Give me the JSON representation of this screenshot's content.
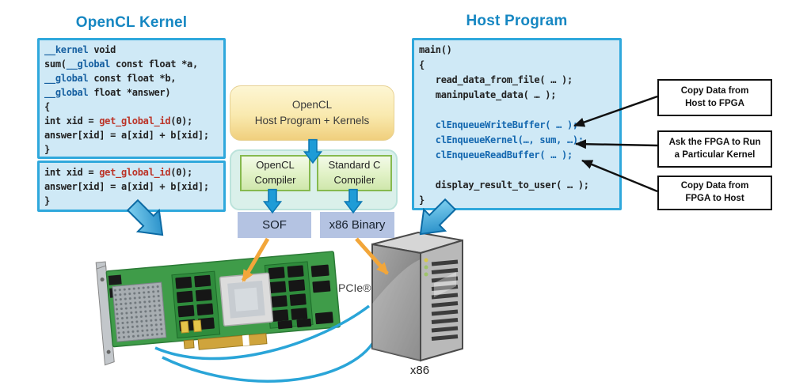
{
  "left": {
    "title": "OpenCL Kernel",
    "box1_lines": [
      [
        {
          "t": "__kernel",
          "c": "kw"
        },
        {
          "t": " void",
          "c": "p"
        }
      ],
      [
        {
          "t": "sum(",
          "c": "p"
        },
        {
          "t": "__global",
          "c": "kw"
        },
        {
          "t": " const float *a,",
          "c": "p"
        }
      ],
      [
        {
          "t": "__global",
          "c": "kw"
        },
        {
          "t": " const float *b,",
          "c": "p"
        }
      ],
      [
        {
          "t": "__global",
          "c": "kw"
        },
        {
          "t": " float *answer)",
          "c": "p"
        }
      ],
      [
        {
          "t": "{",
          "c": "p"
        }
      ],
      [
        {
          "t": "int xid = ",
          "c": "p"
        },
        {
          "t": "get_global_id",
          "c": "fn"
        },
        {
          "t": "(0);",
          "c": "p"
        }
      ],
      [
        {
          "t": "answer[xid] = a[xid] + b[xid];",
          "c": "p"
        }
      ],
      [
        {
          "t": "}",
          "c": "p"
        }
      ]
    ],
    "box2_lines": [
      [
        {
          "t": "int xid = ",
          "c": "p"
        },
        {
          "t": "get_global_id",
          "c": "fn"
        },
        {
          "t": "(0);",
          "c": "p"
        }
      ],
      [
        {
          "t": "answer[xid] = a[xid] + b[xid];",
          "c": "p"
        }
      ],
      [
        {
          "t": "}",
          "c": "p"
        }
      ]
    ]
  },
  "middle": {
    "top_box": {
      "line1": "OpenCL",
      "line2": "Host Program + Kernels"
    },
    "compiler1": {
      "line1": "OpenCL",
      "line2": "Compiler"
    },
    "compiler2": {
      "line1": "Standard C",
      "line2": "Compiler"
    },
    "output1": "SOF",
    "output2": "x86 Binary"
  },
  "right": {
    "title": "Host Program",
    "code_lines": [
      [
        {
          "t": "main()",
          "c": "p"
        }
      ],
      [
        {
          "t": "{",
          "c": "p"
        }
      ],
      [
        {
          "t": "   read_data_from_file( … );",
          "c": "p"
        }
      ],
      [
        {
          "t": "   maninpulate_data( … );",
          "c": "p"
        }
      ],
      [
        {
          "t": " ",
          "c": "p"
        }
      ],
      [
        {
          "t": "   ",
          "c": "p"
        },
        {
          "t": "clEnqueueWriteBuffer( … );",
          "c": "cl"
        }
      ],
      [
        {
          "t": "   ",
          "c": "p"
        },
        {
          "t": "clEnqueueKernel(…, sum, …);",
          "c": "cl"
        }
      ],
      [
        {
          "t": "   ",
          "c": "p"
        },
        {
          "t": "clEnqueueReadBuffer( … );",
          "c": "cl"
        }
      ],
      [
        {
          "t": " ",
          "c": "p"
        }
      ],
      [
        {
          "t": "   display_result_to_user( … );",
          "c": "p"
        }
      ],
      [
        {
          "t": "}",
          "c": "p"
        }
      ]
    ]
  },
  "annotations": [
    {
      "line1": "Copy Data from",
      "line2": "Host to FPGA"
    },
    {
      "line1": "Ask the FPGA to Run",
      "line2": "a Particular Kernel"
    },
    {
      "line1": "Copy Data from",
      "line2": "FPGA to Host"
    }
  ],
  "hardware": {
    "bus_label": "PCIe®",
    "server_label": "x86"
  },
  "colors": {
    "title_blue": "#1687c2",
    "codebox_border": "#2fa8dc",
    "codebox_fill": "#cfe9f6",
    "keyword_blue": "#155fa0",
    "function_red": "#bb3327",
    "arrow_blue": "#1e9cd7",
    "arrow_orange": "#f2a63a",
    "pcie_line_blue": "#2aa5d8",
    "compiler_green_border": "#86b94e",
    "output_box_fill": "#b4c3e2"
  }
}
